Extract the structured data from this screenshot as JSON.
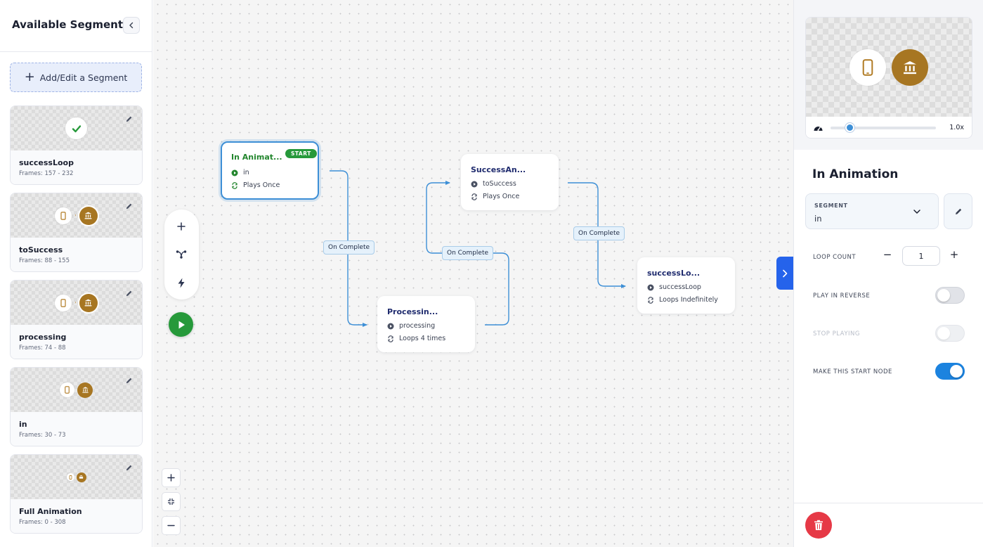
{
  "sidebar": {
    "title": "Available Segments",
    "add_label": "Add/Edit a Segment",
    "segments": [
      {
        "name": "successLoop",
        "frames": "Frames: 157 - 232",
        "thumb": "check-icon"
      },
      {
        "name": "toSuccess",
        "frames": "Frames: 88 - 155",
        "thumb": "phone-bank-icons"
      },
      {
        "name": "processing",
        "frames": "Frames: 74 - 88",
        "thumb": "phone-bank-icons"
      },
      {
        "name": "in",
        "frames": "Frames: 30 - 73",
        "thumb": "phone-bank-icons"
      },
      {
        "name": "Full Animation",
        "frames": "Frames: 0 - 308",
        "thumb": "phone-bank-icons"
      }
    ]
  },
  "canvas": {
    "nodes": [
      {
        "title": "In Animat...",
        "segment": "in",
        "loop": "Plays Once",
        "badge": "START"
      },
      {
        "title": "Processin...",
        "segment": "processing",
        "loop": "Loops 4 times"
      },
      {
        "title": "SuccessAn...",
        "segment": "toSuccess",
        "loop": "Plays Once"
      },
      {
        "title": "successLo...",
        "segment": "successLoop",
        "loop": "Loops Indefinitely"
      }
    ],
    "edge_label": "On Complete",
    "colors": {
      "edge": "#3d8fd6",
      "start": "#26993a"
    }
  },
  "panel": {
    "speed_value": "1.0x",
    "speed_fraction": 0.18,
    "title": "In Animation",
    "segment_label": "SEGMENT",
    "segment_value": "in",
    "loop_count_label": "LOOP COUNT",
    "loop_count": "1",
    "minus": "−",
    "plus": "+",
    "reverse_label": "PLAY IN REVERSE",
    "stop_label": "STOP PLAYING",
    "start_node_label": "MAKE THIS START NODE"
  }
}
